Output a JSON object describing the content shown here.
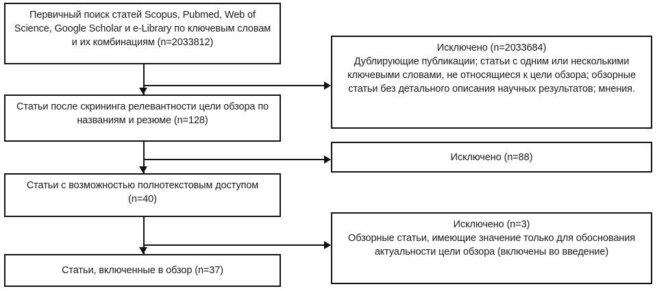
{
  "diagram": {
    "title": "PRISMA-style literature selection flowchart",
    "colors": {
      "border": "#111111",
      "text": "#1a1a1a",
      "background": "#ffffff",
      "connector": "#111111"
    },
    "stages": [
      {
        "id": "identification",
        "text": "Первичный поиск статей Scopus, Pubmed, Web of Science, Google Scholar и e-Library по ключевым словам и их комбинациям (n=2033812)",
        "count": 2033812
      },
      {
        "id": "screening",
        "text": "Статьи после скрининга релевантности цели обзора по названиям и резюме (n=128)",
        "count": 128
      },
      {
        "id": "full-text-access",
        "text": "Статьи с возможностью полнотекстовым доступом (n=40)",
        "count": 40
      },
      {
        "id": "included",
        "text": "Статьи, включенные в обзор (n=37)",
        "count": 37
      }
    ],
    "exclusions": [
      {
        "id": "exclusion-1",
        "text": "Исключено (n=2033684)\nДублирующие публикации; статьи с одним или несколькими ключевыми словами, не относящиеся к цели обзора; обзорные статьи без детального описания научных результатов; мнения.",
        "count": 2033684
      },
      {
        "id": "exclusion-2",
        "text": "Исключено (n=88)",
        "count": 88
      },
      {
        "id": "exclusion-3",
        "text": "Исключено (n=3)\nОбзорные статьи, имеющие значение только для обоснования актуальности цели обзора (включены во введение)",
        "count": 3
      }
    ]
  }
}
